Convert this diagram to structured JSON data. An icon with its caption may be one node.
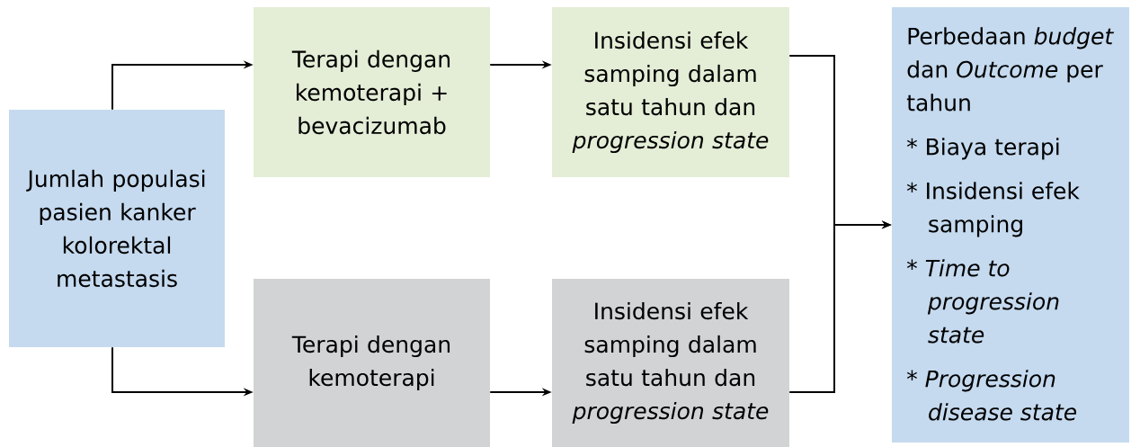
{
  "diagram": {
    "nodes": [
      {
        "text": [
          "Jumlah populasi pasien kanker kolorektal metastasis"
        ]
      },
      {
        "text": [
          "Terapi dengan kemoterapi + bevacizumab"
        ]
      },
      {
        "text": [
          "Insidensi efek samping dalam satu tahun dan *progression state*"
        ]
      },
      {
        "text": [
          "Terapi dengan kemoterapi"
        ]
      },
      {
        "text": [
          "Insidensi efek samping dalam satu tahun dan *progression state*"
        ]
      },
      {
        "text": [
          "Perbedaan *budget* dan *Outcome* per tahun",
          "* Biaya terapi",
          "* Insidensi efek samping",
          "* *Time to progression state*",
          "* *Progression disease state*"
        ]
      }
    ],
    "edges": [
      {
        "from": 0,
        "to": 1,
        "arrow": "to"
      },
      {
        "from": 0,
        "to": 3,
        "arrow": "to"
      },
      {
        "from": 1,
        "to": 2,
        "arrow": "to"
      },
      {
        "from": 3,
        "to": 4,
        "arrow": "to"
      },
      {
        "from": 2,
        "to": 5,
        "arrow": "to"
      },
      {
        "from": 4,
        "to": 5,
        "arrow": "to"
      }
    ]
  }
}
